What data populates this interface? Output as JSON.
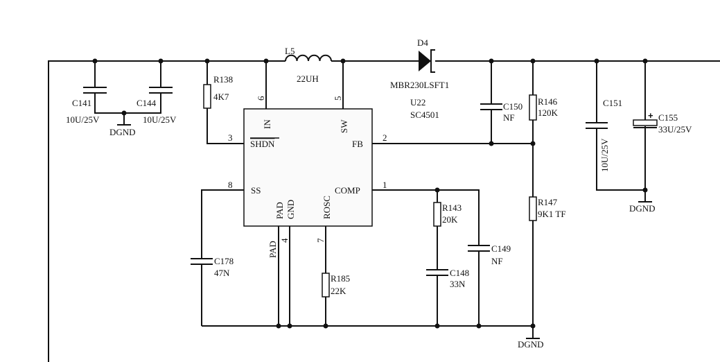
{
  "ic": {
    "ref": "U22",
    "part": "SC4501",
    "pins": {
      "in": "IN",
      "in_num": "6",
      "sw": "SW",
      "sw_num": "5",
      "shdn": "SHDN",
      "shdn_num": "3",
      "fb": "FB",
      "fb_num": "2",
      "ss": "SS",
      "ss_num": "8",
      "comp": "COMP",
      "comp_num": "1",
      "pad": "PAD",
      "gnd": "GND",
      "gnd_num": "4",
      "rosc": "ROSC",
      "rosc_num": "7",
      "pad_net": "PAD"
    }
  },
  "components": {
    "c141": {
      "ref": "C141",
      "value": "10U/25V"
    },
    "c144": {
      "ref": "C144",
      "value": "10U/25V"
    },
    "r138": {
      "ref": "R138",
      "value": "4K7"
    },
    "l5": {
      "ref": "L5",
      "value": "22UH"
    },
    "d4": {
      "ref": "D4",
      "value": "MBR230LSFT1"
    },
    "c150": {
      "ref": "C150",
      "value": "NF"
    },
    "r146": {
      "ref": "R146",
      "value": "120K"
    },
    "c151": {
      "ref": "C151",
      "value": "10U/25V"
    },
    "c155": {
      "ref": "C155",
      "value": "33U/25V"
    },
    "r147": {
      "ref": "R147",
      "value": "9K1 TF"
    },
    "r143": {
      "ref": "R143",
      "value": "20K"
    },
    "c148": {
      "ref": "C148",
      "value": "33N"
    },
    "c149": {
      "ref": "C149",
      "value": "NF"
    },
    "c178": {
      "ref": "C178",
      "value": "47N"
    },
    "r185": {
      "ref": "R185",
      "value": "22K"
    }
  },
  "ground": {
    "dgnd_left": "DGND",
    "dgnd_right": "DGND",
    "dgnd_bottom": "DGND"
  },
  "polarity_mark": "+"
}
